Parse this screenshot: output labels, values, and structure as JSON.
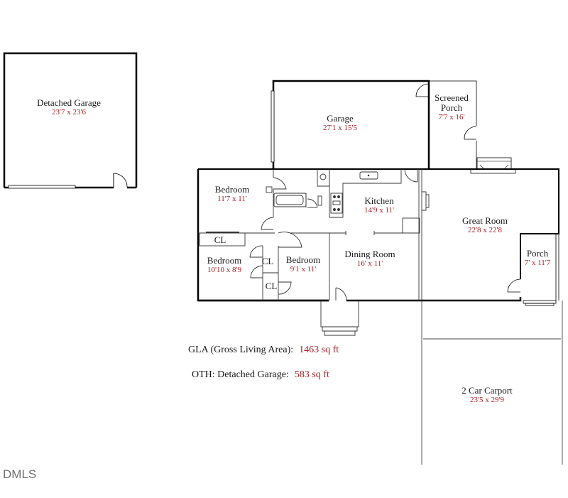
{
  "colors": {
    "label": "#1a1a1a",
    "dimension": "#a3232a",
    "wall": "#000000",
    "thin_line": "#555555"
  },
  "rooms": {
    "detached_garage": {
      "name": "Detached Garage",
      "dim": "23'7 x 23'6"
    },
    "garage": {
      "name": "Garage",
      "dim": "27'1 x 15'5"
    },
    "screened_porch": {
      "name_line1": "Screened",
      "name_line2": "Porch",
      "dim": "7'7 x 16'"
    },
    "bedroom_1": {
      "name": "Bedroom",
      "dim": "11'7 x 11'"
    },
    "kitchen": {
      "name": "Kitchen",
      "dim": "14'9 x 11'"
    },
    "great_room": {
      "name": "Great Room",
      "dim": "22'8 x 22'8"
    },
    "bedroom_2": {
      "name": "Bedroom",
      "dim": "10'10 x 8'9"
    },
    "bedroom_3": {
      "name": "Bedroom",
      "dim": "9'1 x 11'"
    },
    "dining_room": {
      "name": "Dining Room",
      "dim": "16' x 11'"
    },
    "porch": {
      "name": "Porch",
      "dim": "7' x 11'7"
    },
    "carport": {
      "name": "2 Car Carport",
      "dim": "23'5 x 29'9"
    }
  },
  "closets": [
    "CL",
    "CL",
    "CL"
  ],
  "areas": {
    "gla": {
      "label": "GLA (Gross Living Area):",
      "value": "1463 sq ft"
    },
    "oth": {
      "label": "OTH: Detached Garage:",
      "value": "583 sq ft"
    }
  },
  "watermark": "DMLS"
}
